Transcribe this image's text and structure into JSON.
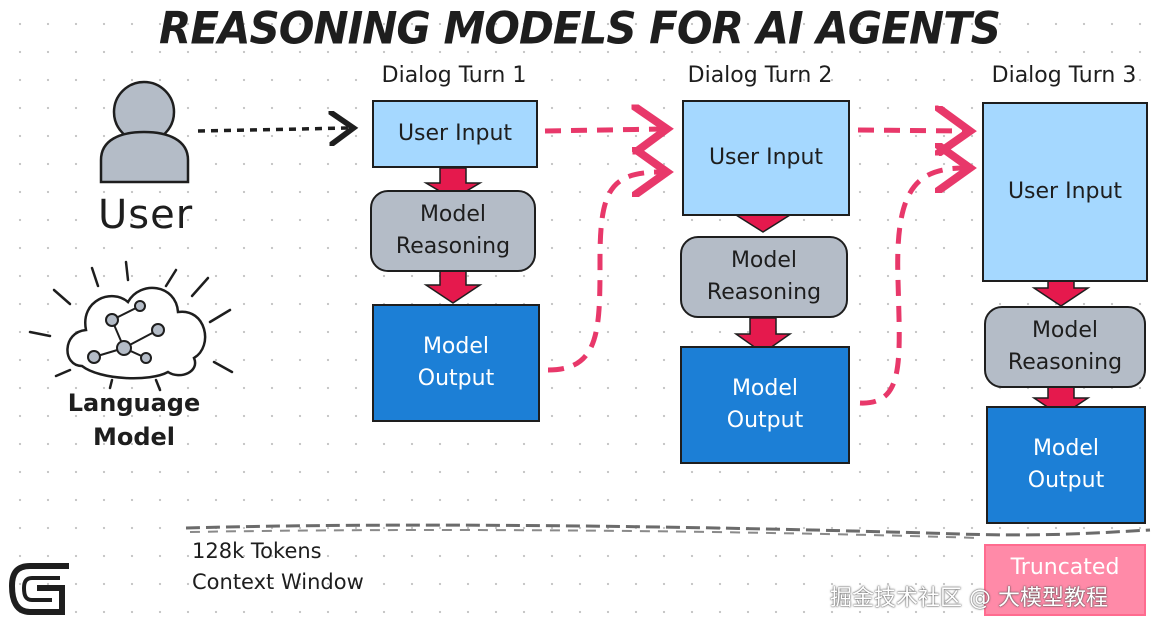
{
  "title": "REASONING MODELS FOR AI AGENTS",
  "actors": {
    "user": "User",
    "language_model": [
      "Language",
      "Model"
    ]
  },
  "turns": [
    {
      "label": "Dialog Turn 1",
      "input": "User Input",
      "reasoning": [
        "Model",
        "Reasoning"
      ],
      "output": [
        "Model",
        "Output"
      ]
    },
    {
      "label": "Dialog Turn 2",
      "input": "User Input",
      "reasoning": [
        "Model",
        "Reasoning"
      ],
      "output": [
        "Model",
        "Output"
      ]
    },
    {
      "label": "Dialog Turn 3",
      "input": "User Input",
      "reasoning": [
        "Model",
        "Reasoning"
      ],
      "output": [
        "Model",
        "Output"
      ]
    }
  ],
  "truncated": "Truncated",
  "context_window": [
    "128k Tokens",
    "Context Window"
  ],
  "watermark": "掘金技术社区 @ 大模型教程",
  "colors": {
    "user_input": "#a5d8ff",
    "reasoning": "#b4bcc7",
    "output": "#1c7fd6",
    "flow_arrow": "#e5194d",
    "dashed_connector": "#e8386a",
    "truncated": "#ff8aa8"
  }
}
